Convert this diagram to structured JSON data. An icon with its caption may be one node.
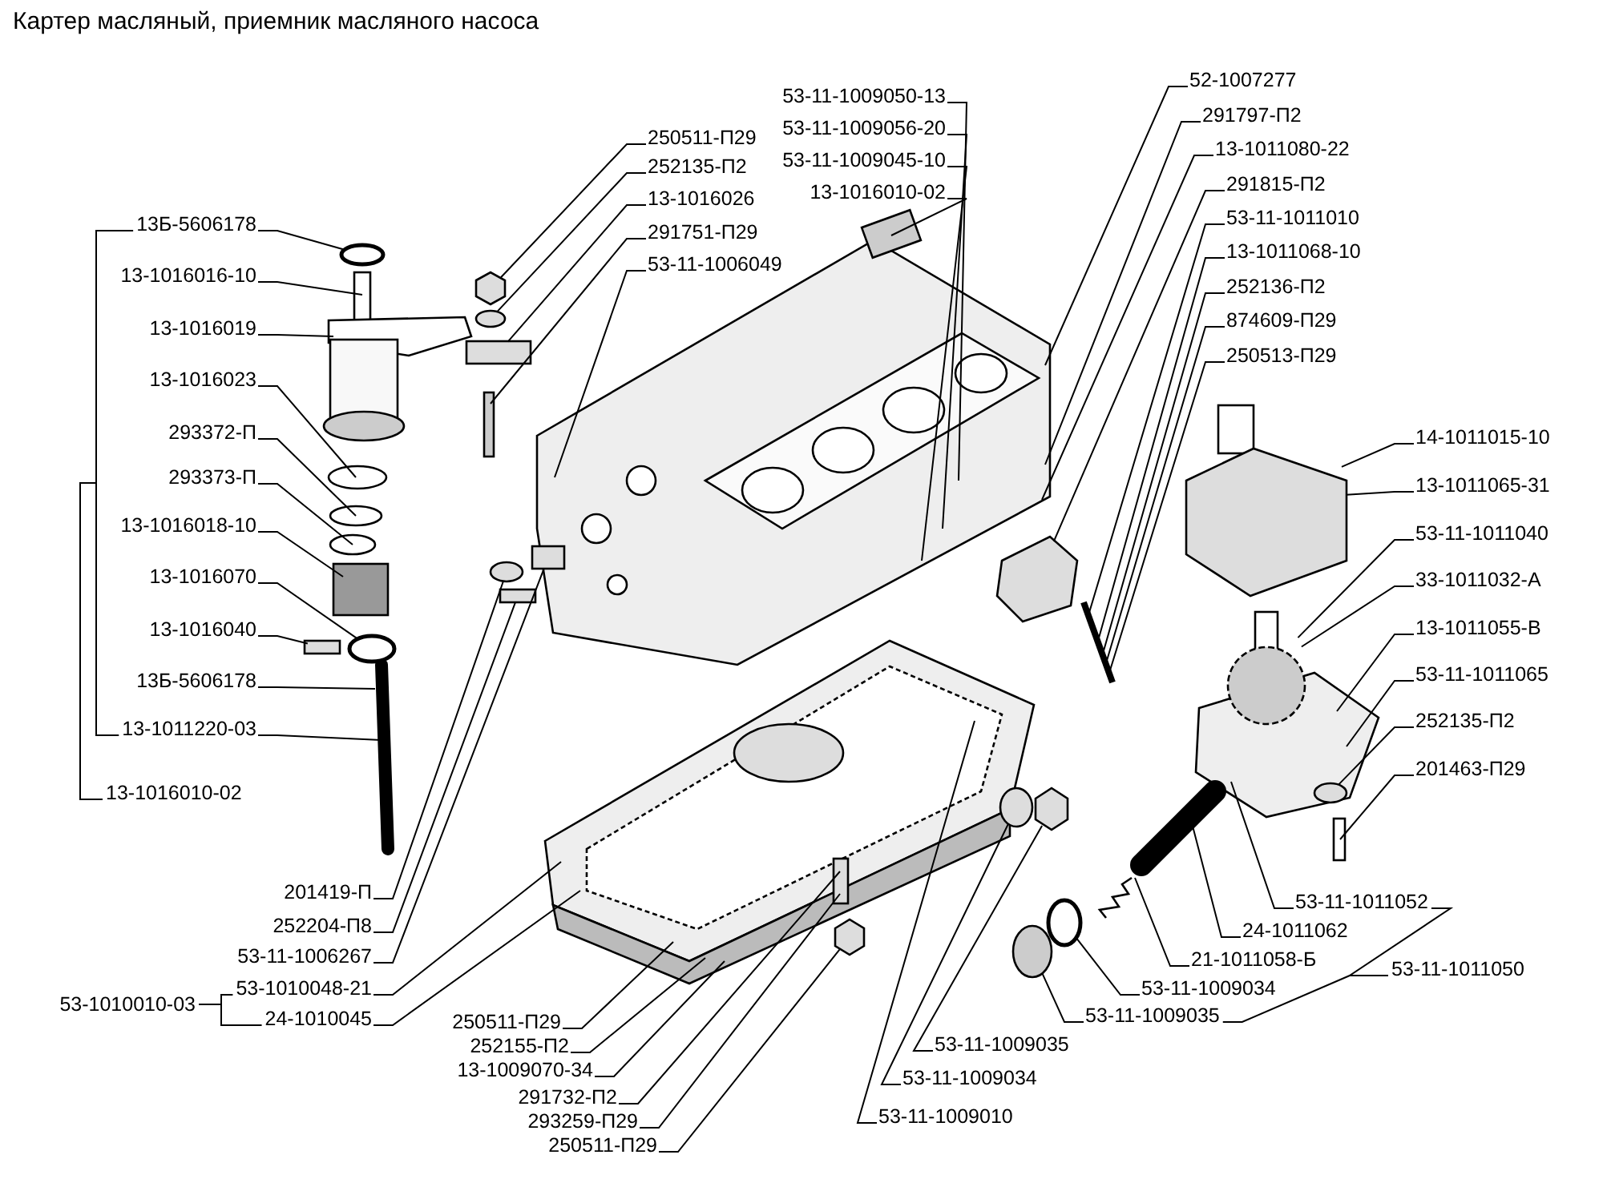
{
  "diagram": {
    "title": "Картер масляный, приемник масляного насоса",
    "nodes": [
      {
        "text": [
          "13Б-5606178"
        ]
      },
      {
        "text": [
          "13-1016016-10"
        ]
      },
      {
        "text": [
          "13-1016019"
        ]
      },
      {
        "text": [
          "13-1016023"
        ]
      },
      {
        "text": [
          "293372-П"
        ]
      },
      {
        "text": [
          "293373-П"
        ]
      },
      {
        "text": [
          "13-1016018-10"
        ]
      },
      {
        "text": [
          "13-1016070"
        ]
      },
      {
        "text": [
          "13-1016040"
        ]
      },
      {
        "text": [
          "13Б-5606178"
        ]
      },
      {
        "text": [
          "13-1011220-03"
        ]
      },
      {
        "text": [
          "13-1016010-02"
        ]
      },
      {
        "text": [
          "201419-П"
        ]
      },
      {
        "text": [
          "252204-П8"
        ]
      },
      {
        "text": [
          "53-11-1006267"
        ]
      },
      {
        "text": [
          "53-1010010-03"
        ]
      },
      {
        "text": [
          "53-1010048-21"
        ]
      },
      {
        "text": [
          "24-1010045"
        ]
      },
      {
        "text": [
          "250511-П29"
        ]
      },
      {
        "text": [
          "252155-П2"
        ]
      },
      {
        "text": [
          "13-1009070-34"
        ]
      },
      {
        "text": [
          "291732-П2"
        ]
      },
      {
        "text": [
          "293259-П29"
        ]
      },
      {
        "text": [
          "250511-П29"
        ]
      },
      {
        "text": [
          "53-11-1009010"
        ]
      },
      {
        "text": [
          "53-11-1009034"
        ]
      },
      {
        "text": [
          "53-11-1009035"
        ]
      },
      {
        "text": [
          "53-11-1011052"
        ]
      },
      {
        "text": [
          "24-1011062"
        ]
      },
      {
        "text": [
          "21-1011058-Б"
        ]
      },
      {
        "text": [
          "53-11-1009034"
        ]
      },
      {
        "text": [
          "53-11-1009035"
        ]
      },
      {
        "text": [
          "53-11-1011050"
        ]
      },
      {
        "text": [
          "14-1011015-10"
        ]
      },
      {
        "text": [
          "13-1011065-31"
        ]
      },
      {
        "text": [
          "53-11-1011040"
        ]
      },
      {
        "text": [
          "33-1011032-А"
        ]
      },
      {
        "text": [
          "13-1011055-В"
        ]
      },
      {
        "text": [
          "53-11-1011065"
        ]
      },
      {
        "text": [
          "252135-П2"
        ]
      },
      {
        "text": [
          "201463-П29"
        ]
      },
      {
        "text": [
          "52-1007277"
        ]
      },
      {
        "text": [
          "291797-П2"
        ]
      },
      {
        "text": [
          "13-1011080-22"
        ]
      },
      {
        "text": [
          "291815-П2"
        ]
      },
      {
        "text": [
          "53-11-1011010"
        ]
      },
      {
        "text": [
          "13-1011068-10"
        ]
      },
      {
        "text": [
          "252136-П2"
        ]
      },
      {
        "text": [
          "874609-П29"
        ]
      },
      {
        "text": [
          "250513-П29"
        ]
      },
      {
        "text": [
          "53-11-1009050-13"
        ]
      },
      {
        "text": [
          "53-11-1009056-20"
        ]
      },
      {
        "text": [
          "53-11-1009045-10"
        ]
      },
      {
        "text": [
          "13-1016010-02"
        ]
      },
      {
        "text": [
          "250511-П29"
        ]
      },
      {
        "text": [
          "252135-П2"
        ]
      },
      {
        "text": [
          "13-1016026"
        ]
      },
      {
        "text": [
          "291751-П29"
        ]
      },
      {
        "text": [
          "53-11-1006049"
        ]
      },
      {
        "text": [],
        "shape": "ring"
      },
      {
        "text": [],
        "shape": "ring"
      },
      {
        "text": [],
        "shape": "pin"
      },
      {
        "text": [],
        "shape": "washer"
      },
      {
        "text": [],
        "shape": "bolt"
      },
      {
        "text": [],
        "shape": "bracket"
      },
      {
        "text": [],
        "shape": "nut"
      },
      {
        "text": [],
        "shape": "washer"
      },
      {
        "text": [],
        "shape": "nut"
      },
      {
        "text": [],
        "shape": "washer"
      },
      {
        "text": [],
        "shape": "washer"
      },
      {
        "text": [],
        "shape": "nut"
      },
      {
        "text": [],
        "shape": "ring"
      },
      {
        "text": [],
        "shape": "plug"
      },
      {
        "text": [],
        "shape": "plate"
      },
      {
        "text": [],
        "shape": "pump"
      },
      {
        "text": [],
        "shape": "cover"
      },
      {
        "text": [],
        "shape": "gear"
      }
    ],
    "edges": [
      {
        "from": 0,
        "to": 59,
        "arrow": "none"
      },
      {
        "from": 1,
        "to": null,
        "arrow": "none"
      },
      {
        "from": 2,
        "to": null,
        "arrow": "none"
      },
      {
        "from": 3,
        "to": null,
        "arrow": "none"
      },
      {
        "from": 4,
        "to": null,
        "arrow": "none"
      },
      {
        "from": 5,
        "to": null,
        "arrow": "none"
      },
      {
        "from": 6,
        "to": null,
        "arrow": "none"
      },
      {
        "from": 7,
        "to": 60,
        "arrow": "none"
      },
      {
        "from": 8,
        "to": 61,
        "arrow": "none"
      },
      {
        "from": 9,
        "to": null,
        "arrow": "none"
      },
      {
        "from": 10,
        "to": null,
        "arrow": "none"
      },
      {
        "from": 12,
        "to": 62,
        "arrow": "none"
      },
      {
        "from": 13,
        "to": 63,
        "arrow": "none"
      },
      {
        "from": 14,
        "to": 64,
        "arrow": "none"
      },
      {
        "from": 16,
        "to": null,
        "arrow": "none"
      },
      {
        "from": 17,
        "to": null,
        "arrow": "none"
      },
      {
        "from": 18,
        "to": null,
        "arrow": "none"
      },
      {
        "from": 19,
        "to": null,
        "arrow": "none"
      },
      {
        "from": 20,
        "to": null,
        "arrow": "none"
      },
      {
        "from": 21,
        "to": null,
        "arrow": "none"
      },
      {
        "from": 22,
        "to": null,
        "arrow": "none"
      },
      {
        "from": 23,
        "to": 67,
        "arrow": "none"
      },
      {
        "from": 24,
        "to": null,
        "arrow": "none"
      },
      {
        "from": 25,
        "to": 68,
        "arrow": "none"
      },
      {
        "from": 26,
        "to": 70,
        "arrow": "none"
      },
      {
        "from": 27,
        "to": null,
        "arrow": "none"
      },
      {
        "from": 28,
        "to": null,
        "arrow": "none"
      },
      {
        "from": 29,
        "to": null,
        "arrow": "none"
      },
      {
        "from": 30,
        "to": 71,
        "arrow": "none"
      },
      {
        "from": 31,
        "to": 72,
        "arrow": "none"
      },
      {
        "from": 33,
        "to": 75,
        "arrow": "none"
      },
      {
        "from": 34,
        "to": 75,
        "arrow": "none"
      },
      {
        "from": 35,
        "to": 76,
        "arrow": "none"
      },
      {
        "from": 36,
        "to": 76,
        "arrow": "none"
      },
      {
        "from": 37,
        "to": null,
        "arrow": "none"
      },
      {
        "from": 38,
        "to": null,
        "arrow": "none"
      },
      {
        "from": 39,
        "to": 69,
        "arrow": "none"
      },
      {
        "from": 40,
        "to": null,
        "arrow": "none"
      },
      {
        "from": 41,
        "to": null,
        "arrow": "none"
      },
      {
        "from": 42,
        "to": null,
        "arrow": "none"
      },
      {
        "from": 43,
        "to": null,
        "arrow": "none"
      },
      {
        "from": 44,
        "to": 74,
        "arrow": "none"
      },
      {
        "from": 45,
        "to": null,
        "arrow": "none"
      },
      {
        "from": 46,
        "to": null,
        "arrow": "none"
      },
      {
        "from": 47,
        "to": null,
        "arrow": "none"
      },
      {
        "from": 48,
        "to": null,
        "arrow": "none"
      },
      {
        "from": 49,
        "to": null,
        "arrow": "none"
      },
      {
        "from": 50,
        "to": null,
        "arrow": "none"
      },
      {
        "from": 51,
        "to": null,
        "arrow": "none"
      },
      {
        "from": 52,
        "to": null,
        "arrow": "none"
      },
      {
        "from": 53,
        "to": null,
        "arrow": "none"
      },
      {
        "from": 54,
        "to": 65,
        "arrow": "none"
      },
      {
        "from": 55,
        "to": 66,
        "arrow": "none"
      },
      {
        "from": 56,
        "to": 73,
        "arrow": "none"
      },
      {
        "from": 57,
        "to": null,
        "arrow": "none"
      },
      {
        "from": 58,
        "to": null,
        "arrow": "none"
      }
    ]
  }
}
